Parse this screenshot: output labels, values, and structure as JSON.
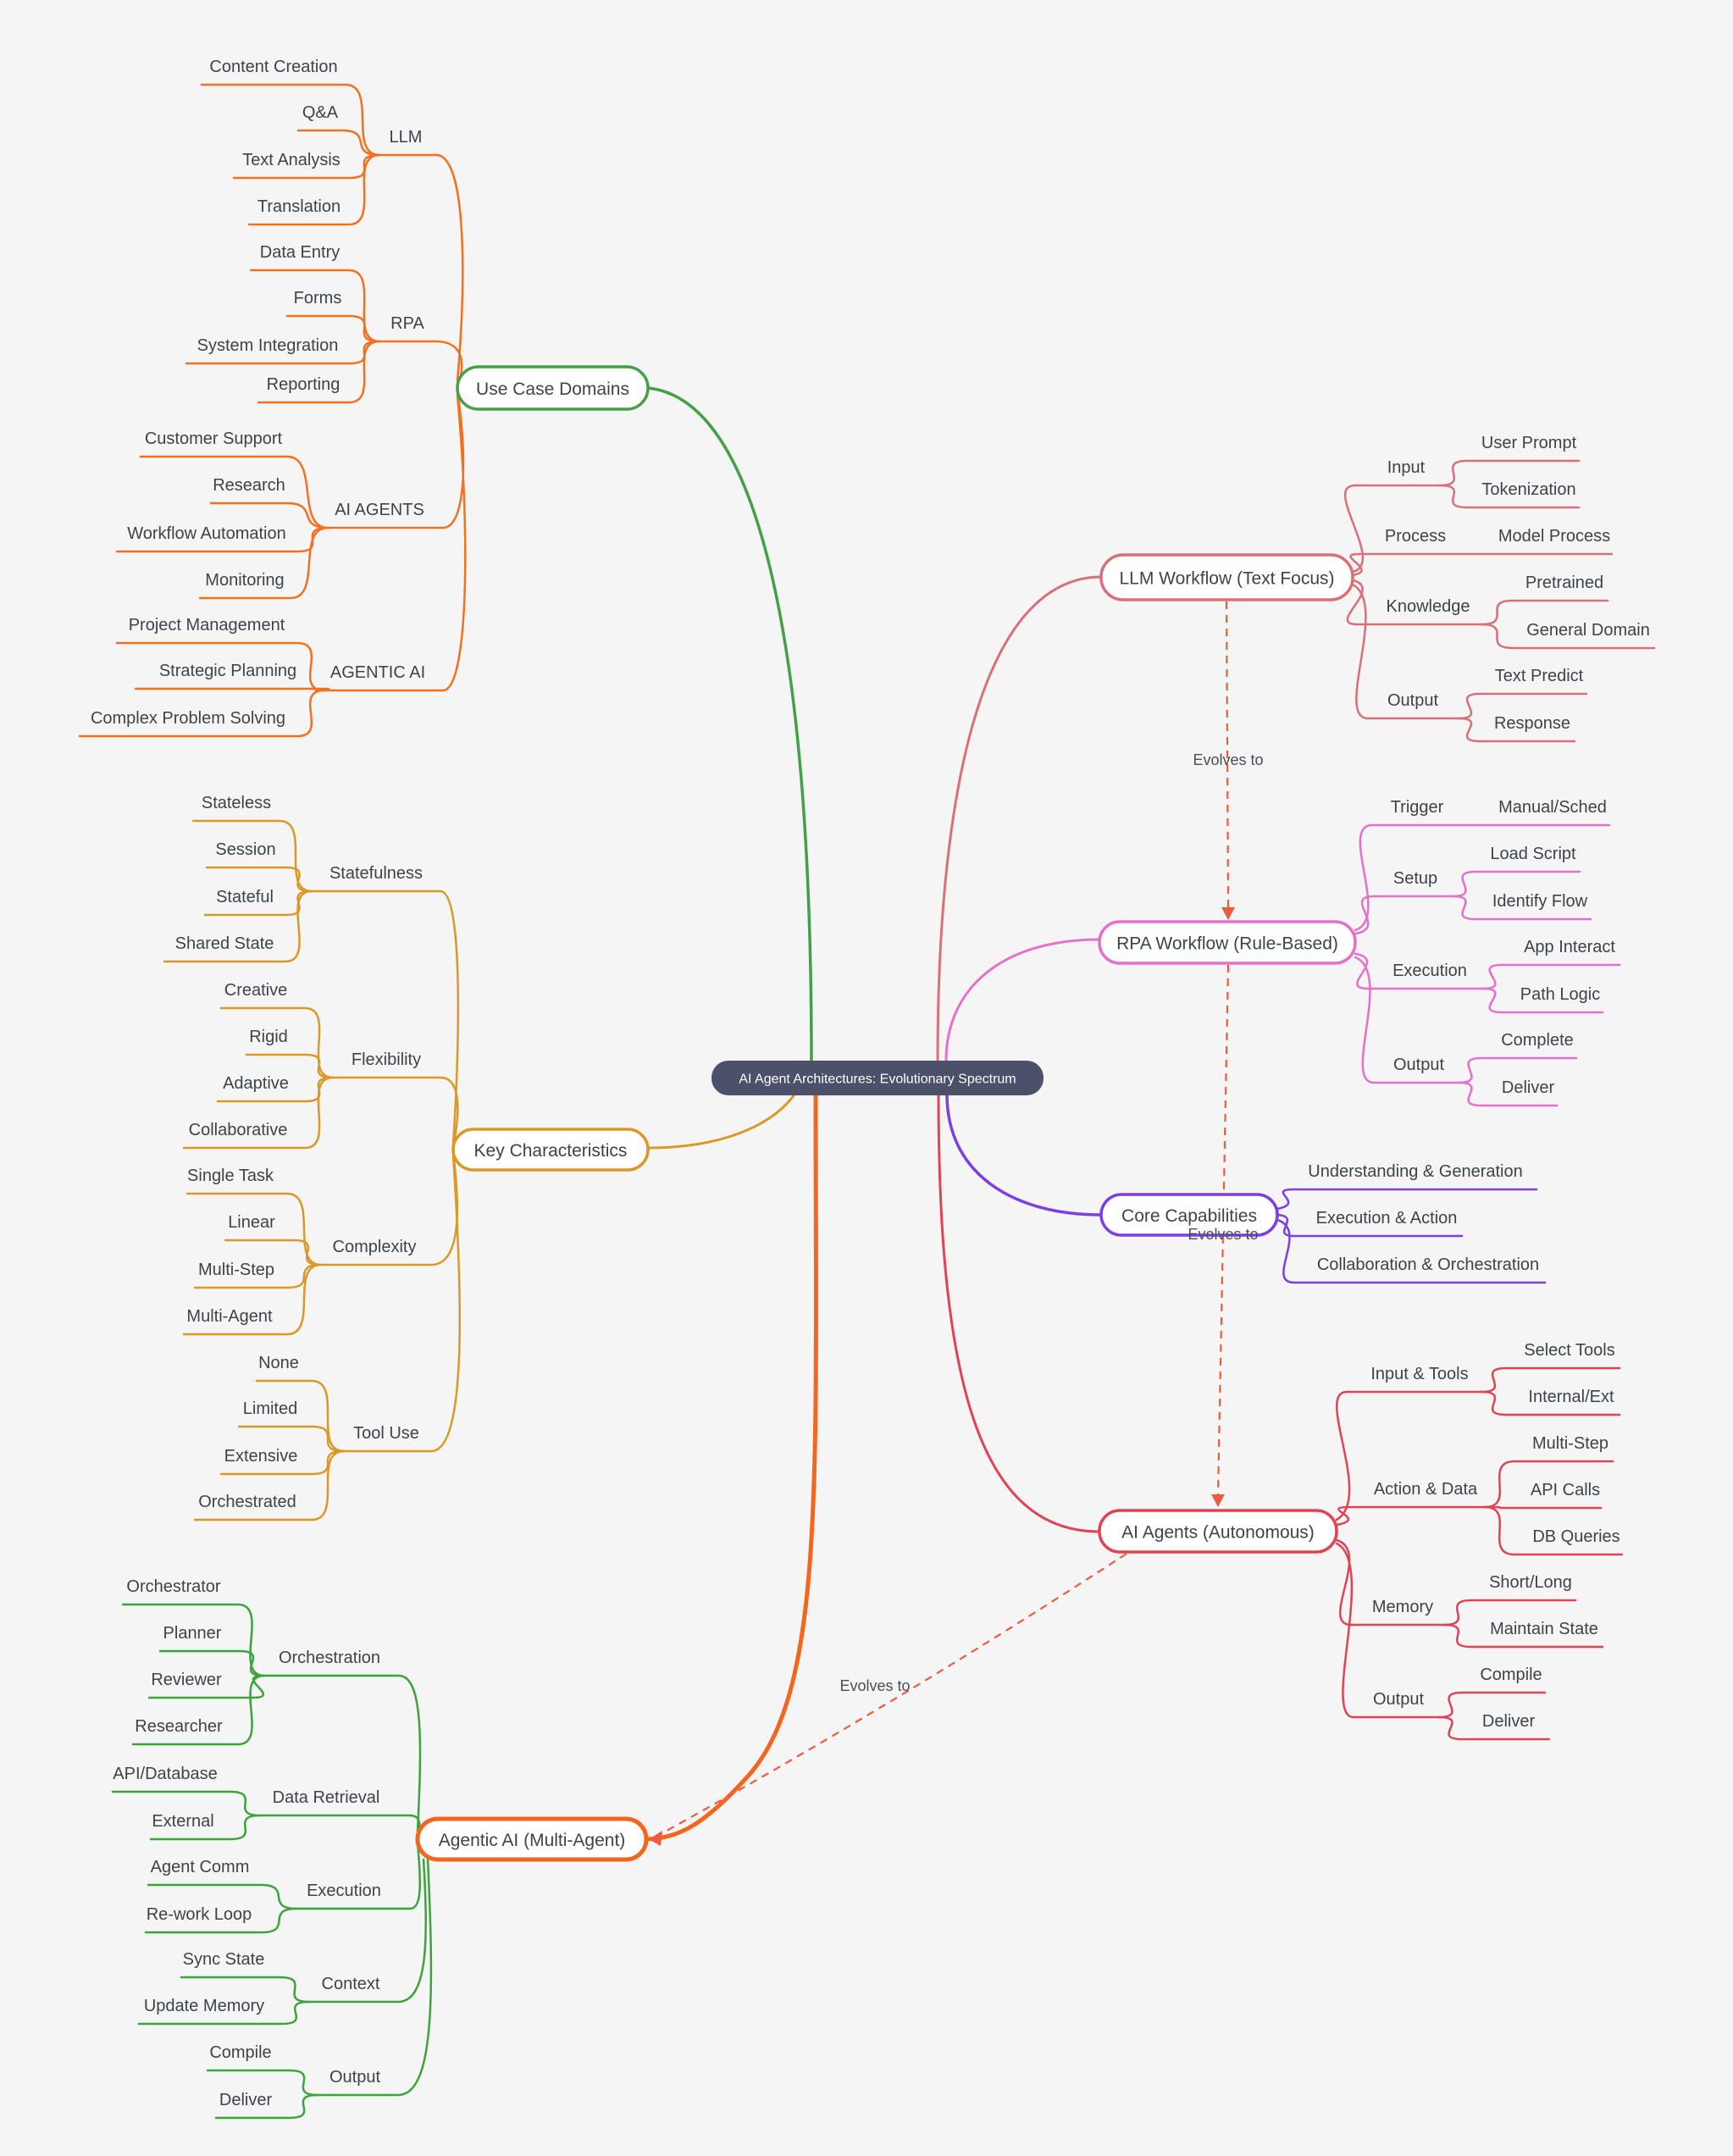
{
  "colors": {
    "background": "#F5F5F5",
    "center": "#4A5168",
    "center_text": "#FFFFFF",
    "text": "#3F4348",
    "use_case": "#43A047",
    "uc_sub": "#F3701E",
    "key_char": "#DB9826",
    "agentic": "#F4661E",
    "ag_sub": "#3DA33C",
    "llm": "#D97077",
    "rpa": "#E570CC",
    "core": "#7C3FE4",
    "ai_agents": "#E04454",
    "evolves": "#EE5A40"
  },
  "center": {
    "label": "AI Agent Architectures: Evolutionary Spectrum"
  },
  "evolves_label": "Evolves to",
  "subtrees": {
    "use_case_domains": {
      "label": "Use Case Domains",
      "branches": {
        "llm": {
          "label": "LLM",
          "leaves": [
            "Content Creation",
            "Q&A",
            "Text Analysis",
            "Translation"
          ]
        },
        "rpa": {
          "label": "RPA",
          "leaves": [
            "Data Entry",
            "Forms",
            "System Integration",
            "Reporting"
          ]
        },
        "ai_agents": {
          "label": "AI AGENTS",
          "leaves": [
            "Customer Support",
            "Research",
            "Workflow Automation",
            "Monitoring"
          ]
        },
        "agentic_ai": {
          "label": "AGENTIC AI",
          "leaves": [
            "Project Management",
            "Strategic Planning",
            "Complex Problem Solving"
          ]
        }
      }
    },
    "key_characteristics": {
      "label": "Key Characteristics",
      "branches": {
        "statefulness": {
          "label": "Statefulness",
          "leaves": [
            "Stateless",
            "Session",
            "Stateful",
            "Shared State"
          ]
        },
        "flexibility": {
          "label": "Flexibility",
          "leaves": [
            "Creative",
            "Rigid",
            "Adaptive",
            "Collaborative"
          ]
        },
        "complexity": {
          "label": "Complexity",
          "leaves": [
            "Single Task",
            "Linear",
            "Multi-Step",
            "Multi-Agent"
          ]
        },
        "tool_use": {
          "label": "Tool Use",
          "leaves": [
            "None",
            "Limited",
            "Extensive",
            "Orchestrated"
          ]
        }
      }
    },
    "agentic_ai_multi_agent": {
      "label": "Agentic AI (Multi-Agent)",
      "branches": {
        "orchestration": {
          "label": "Orchestration",
          "leaves": [
            "Orchestrator",
            "Planner",
            "Reviewer",
            "Researcher"
          ]
        },
        "data_retrieval": {
          "label": "Data Retrieval",
          "leaves": [
            "API/Database",
            "External"
          ]
        },
        "execution": {
          "label": "Execution",
          "leaves": [
            "Agent Comm",
            "Re-work Loop"
          ]
        },
        "context": {
          "label": "Context",
          "leaves": [
            "Sync State",
            "Update Memory"
          ]
        },
        "output": {
          "label": "Output",
          "leaves": [
            "Compile",
            "Deliver"
          ]
        }
      }
    },
    "llm_workflow": {
      "label": "LLM Workflow (Text Focus)",
      "branches": {
        "input": {
          "label": "Input",
          "leaves": [
            "User Prompt",
            "Tokenization"
          ]
        },
        "process": {
          "label": "Process",
          "leaves": [
            "Model Process"
          ]
        },
        "knowledge": {
          "label": "Knowledge",
          "leaves": [
            "Pretrained",
            "General Domain"
          ]
        },
        "output": {
          "label": "Output",
          "leaves": [
            "Text Predict",
            "Response"
          ]
        }
      }
    },
    "rpa_workflow": {
      "label": "RPA Workflow (Rule-Based)",
      "branches": {
        "trigger": {
          "label": "Trigger",
          "leaves": [
            "Manual/Sched"
          ]
        },
        "setup": {
          "label": "Setup",
          "leaves": [
            "Load Script",
            "Identify Flow"
          ]
        },
        "execution": {
          "label": "Execution",
          "leaves": [
            "App Interact",
            "Path Logic"
          ]
        },
        "output": {
          "label": "Output",
          "leaves": [
            "Complete",
            "Deliver"
          ]
        }
      }
    },
    "core_capabilities": {
      "label": "Core Capabilities",
      "leaves": [
        "Understanding & Generation",
        "Execution & Action",
        "Collaboration & Orchestration"
      ]
    },
    "ai_agents_autonomous": {
      "label": "AI Agents (Autonomous)",
      "branches": {
        "input_tools": {
          "label": "Input & Tools",
          "leaves": [
            "Select Tools",
            "Internal/Ext"
          ]
        },
        "action_data": {
          "label": "Action & Data",
          "leaves": [
            "Multi-Step",
            "API Calls",
            "DB Queries"
          ]
        },
        "memory": {
          "label": "Memory",
          "leaves": [
            "Short/Long",
            "Maintain State"
          ]
        },
        "output": {
          "label": "Output",
          "leaves": [
            "Compile",
            "Deliver"
          ]
        }
      }
    }
  }
}
